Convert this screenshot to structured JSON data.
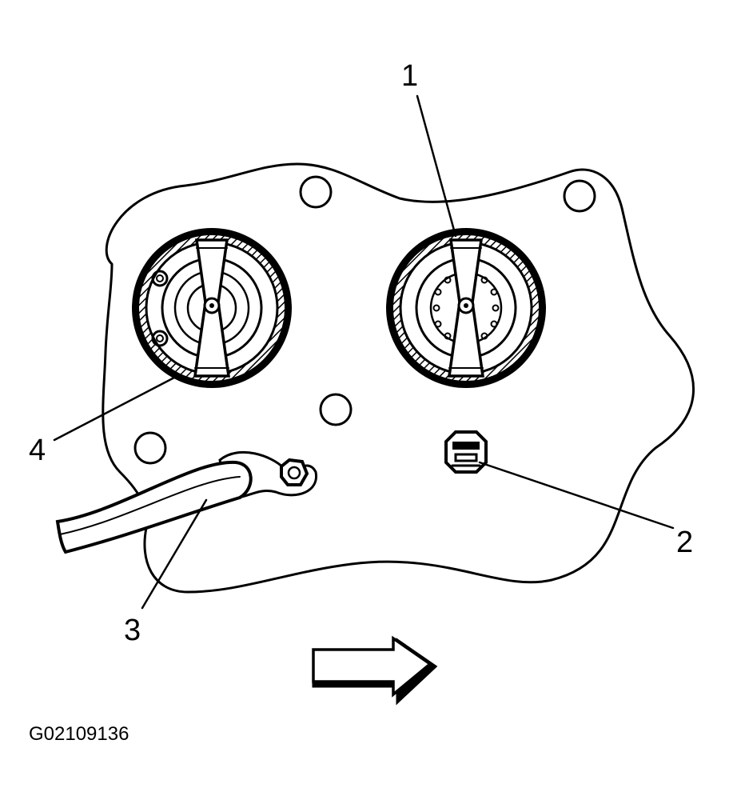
{
  "callouts": [
    {
      "id": "1",
      "label": "1"
    },
    {
      "id": "2",
      "label": "2"
    },
    {
      "id": "3",
      "label": "3"
    },
    {
      "id": "4",
      "label": "4"
    }
  ],
  "figure_id": "G02109136",
  "colors": {
    "ink": "#000000",
    "background": "#ffffff"
  }
}
